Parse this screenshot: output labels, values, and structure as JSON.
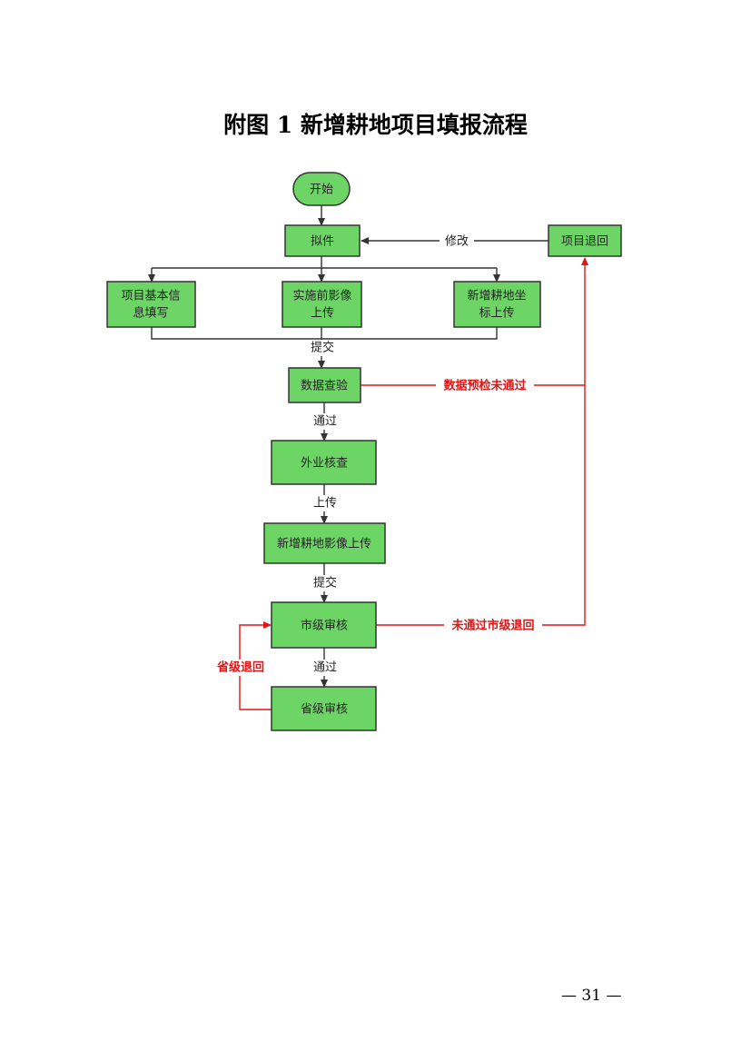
{
  "title": "附图 1 新增耕地项目填报流程",
  "nodes": {
    "start": "开始",
    "draft": "拟件",
    "return": "项目退回",
    "info": [
      "项目基本信",
      "息填写"
    ],
    "pre_image": [
      "实施前影像",
      "上传"
    ],
    "coords": [
      "新增耕地坐",
      "标上传"
    ],
    "data_check": "数据查验",
    "field_check": "外业核查",
    "image_upload": "新增耕地影像上传",
    "city_review": "市级审核",
    "province_review": "省级审核"
  },
  "edges": {
    "modify": "修改",
    "submit1": "提交",
    "data_fail": "数据预检未通过",
    "pass1": "通过",
    "upload": "上传",
    "submit2": "提交",
    "city_fail": "未通过市级退回",
    "pass2": "通过",
    "province_return": "省级退回"
  },
  "colors": {
    "node_fill": "#6dd565",
    "reject_line": "#e01515"
  },
  "page_number": "— 31 —"
}
